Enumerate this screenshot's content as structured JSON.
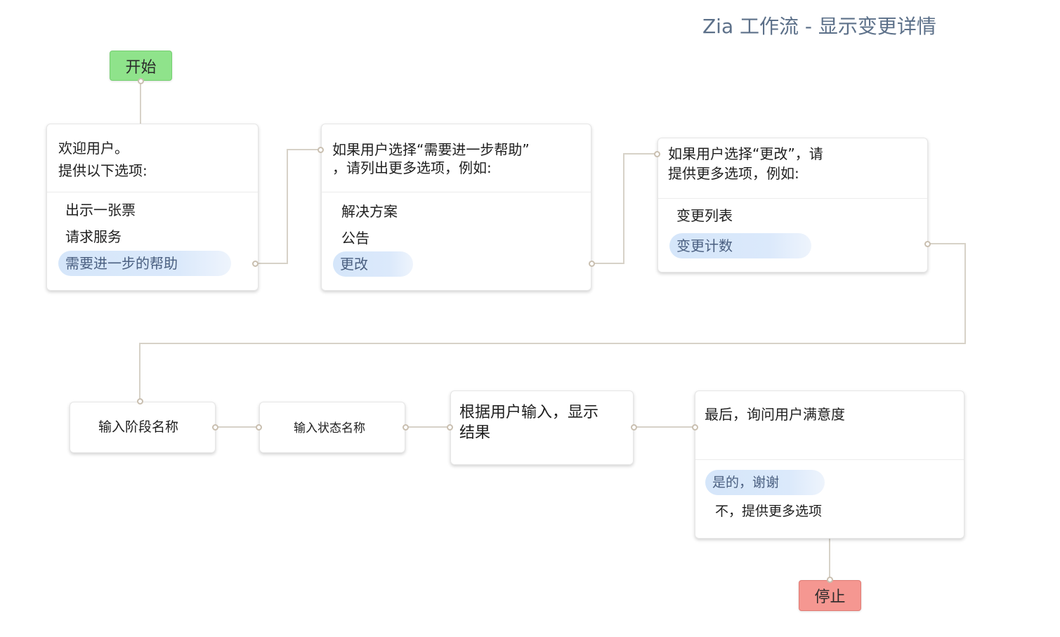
{
  "title": "Zia 工作流 - 显示变更详情",
  "start_label": "开始",
  "stop_label": "停止",
  "nodes": {
    "welcome": {
      "lines": [
        "欢迎用户。",
        "提供以下选项:"
      ],
      "options": [
        "出示一张票",
        "请求服务",
        "需要进一步的帮助"
      ],
      "selected": "需要进一步的帮助"
    },
    "more_help": {
      "lines": [
        "如果用户选择“需要进一步帮助”",
        "，请列出更多选项，例如:"
      ],
      "options": [
        "解决方案",
        "公告",
        "更改"
      ],
      "selected": "更改"
    },
    "change": {
      "lines": [
        "如果用户选择“更改”，请",
        "提供更多选项，例如:"
      ],
      "options": [
        "变更列表",
        "变更计数"
      ],
      "selected": "变更计数"
    },
    "stage_name": {
      "text": "输入阶段名称"
    },
    "status_name": {
      "text": "输入状态名称"
    },
    "show_result": {
      "lines": [
        "根据用户输入，显示",
        "结果"
      ]
    },
    "satisfaction": {
      "lines": [
        "最后，询问用户满意度"
      ],
      "options": [
        "是的，谢谢",
        "不，提供更多选项"
      ],
      "selected": "是的，谢谢"
    }
  },
  "colors": {
    "start": "#8fe38b",
    "stop": "#f59791",
    "selected_option": "#d5e6fa",
    "connector": "#d7d2c8",
    "title": "#5c7089"
  }
}
